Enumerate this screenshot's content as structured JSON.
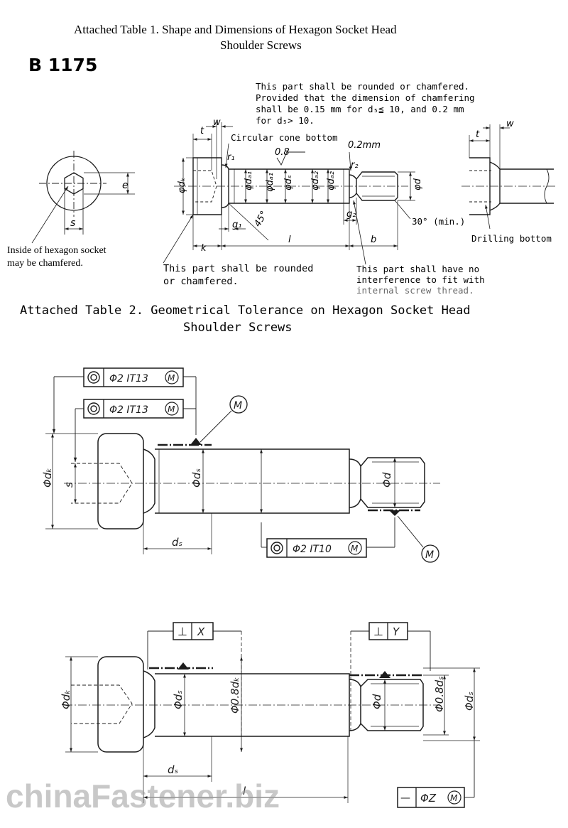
{
  "table1": {
    "title_line1": "Attached Table 1.  Shape and Dimensions of Hexagon Socket Head",
    "title_line2": "Shoulder Screws",
    "code": "B 1175",
    "note_top": [
      "This part shall be rounded or chamfered.",
      "Provided that the dimension of chamfering",
      "shall be 0.15 mm for d₅≦ 10, and 0.2 mm",
      "for d₅> 10."
    ],
    "labels": {
      "circular_cone_bottom": "Circular cone bottom",
      "inside_hex": [
        "Inside of hexagon socket",
        "may be chamfered."
      ],
      "rounded_bottom": [
        "This part shall be rounded",
        "or chamfered."
      ],
      "no_interference": [
        "This part shall have no",
        "interference to fit with",
        "internal screw thread."
      ],
      "drilling_bottom": "Drilling bottom",
      "angle_min": "30° (min.)"
    },
    "dims": {
      "w": "w",
      "t": "t",
      "r1": "r₁",
      "r2": "r₂",
      "roughness": "0.8",
      "c02": "0.2mm",
      "dk": "φdₖ",
      "da1": "φdₐ₁",
      "da1b": "φdₐ₁",
      "ds": "φdₛ",
      "da2": "φdₐ₂",
      "da2b": "φdₐ₂",
      "d": "φd",
      "k": "k",
      "l": "l",
      "b": "b",
      "g1": "g₁",
      "g2": "g₂",
      "angle45": "45°",
      "s": "s",
      "e": "e"
    }
  },
  "table2": {
    "title_line1": "Attached Table 2.  Geometrical Tolerance on Hexagon Socket Head",
    "title_line2": "Shoulder Screws",
    "fig1": {
      "frame_a": {
        "symbol": "◎",
        "value": "Φ2 IT13",
        "mod": "M"
      },
      "frame_b": {
        "symbol": "◎",
        "value": "Φ2 IT13",
        "mod": "M"
      },
      "frame_c": {
        "symbol": "◎",
        "value": "Φ2 IT10",
        "mod": "M"
      },
      "callout_m1": "M",
      "callout_m2": "M",
      "dk": "Φdₖ",
      "s": "s",
      "ds": "Φdₛ",
      "d": "Φd",
      "ds_len": "dₛ"
    },
    "fig2": {
      "frame_x": {
        "symbol": "⊥",
        "datum": "X"
      },
      "frame_y": {
        "symbol": "⊥",
        "datum": "Y"
      },
      "frame_z": {
        "symbol": "—",
        "value": "ΦZ",
        "mod": "M"
      },
      "dk": "Φdₖ",
      "ds": "Φdₛ",
      "d08dk": "Φ0.8dₖ",
      "d": "Φd",
      "d08ds": "Φ0.8dₛ",
      "ds_r": "Φdₛ",
      "ds_len": "dₛ",
      "l": "l"
    }
  },
  "watermark": "chinaFastener.biz"
}
